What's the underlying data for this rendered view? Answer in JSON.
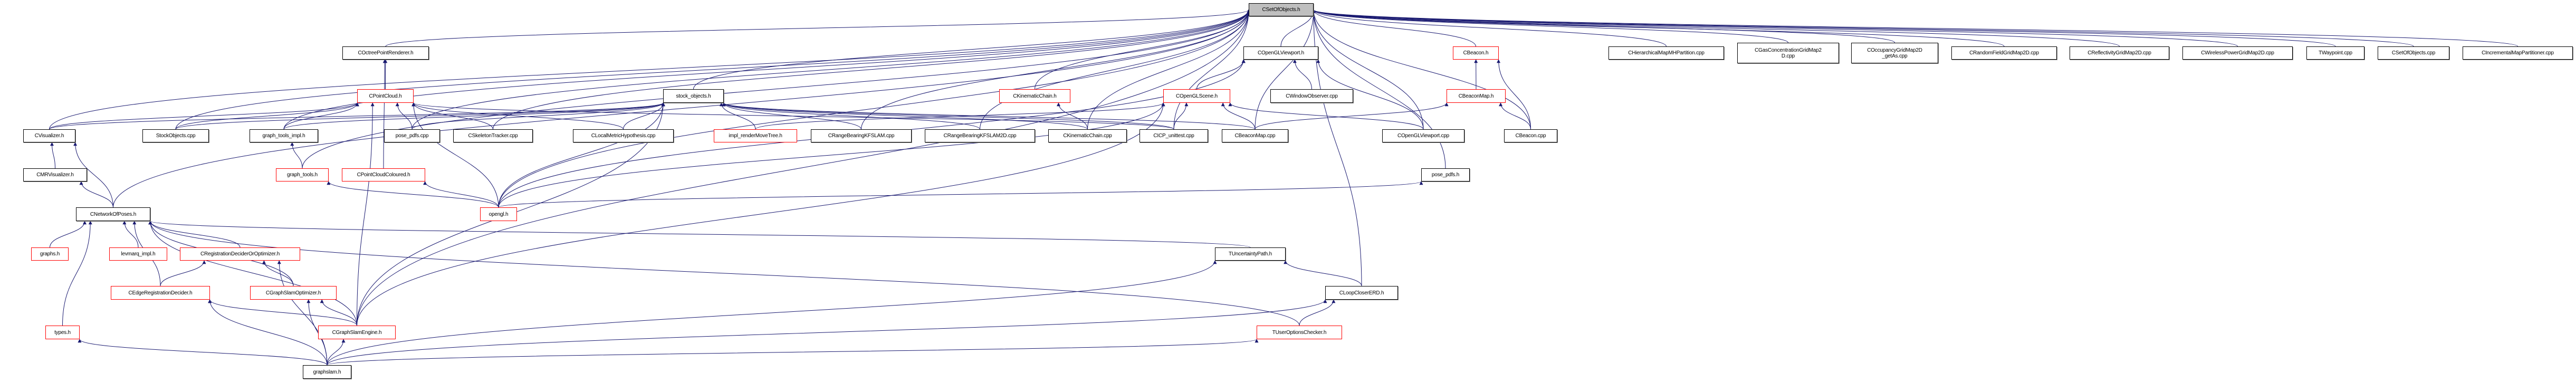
{
  "graph": {
    "edge_color": "#191970",
    "red_border": "#ff0000",
    "root_fill": "#bfbfbf",
    "nodes": [
      {
        "id": "root",
        "label": "CSetOfObjects.h",
        "style": "root"
      },
      {
        "id": "octree",
        "label": "COctreePointRenderer.h",
        "style": "normal"
      },
      {
        "id": "glviewport_h",
        "label": "COpenGLViewport.h",
        "style": "normal"
      },
      {
        "id": "beacon_h",
        "label": "CBeacon.h",
        "style": "red"
      },
      {
        "id": "hmmh",
        "label": "CHierarchicalMapMHPartition.cpp",
        "style": "normal"
      },
      {
        "id": "gas",
        "label": "CGasConcentrationGridMap2\nD.cpp",
        "style": "normal"
      },
      {
        "id": "occ",
        "label": "COccupancyGridMap2D\n_getAs.cpp",
        "style": "normal"
      },
      {
        "id": "rand",
        "label": "CRandomFieldGridMap2D.cpp",
        "style": "normal"
      },
      {
        "id": "refl",
        "label": "CReflectivityGridMap2D.cpp",
        "style": "normal"
      },
      {
        "id": "wifi",
        "label": "CWirelessPowerGridMap2D.cpp",
        "style": "normal"
      },
      {
        "id": "wayp",
        "label": "TWaypoint.cpp",
        "style": "normal"
      },
      {
        "id": "soo_cpp",
        "label": "CSetOfObjects.cpp",
        "style": "normal"
      },
      {
        "id": "incr",
        "label": "CIncrementalMapPartitioner.cpp",
        "style": "normal"
      },
      {
        "id": "pointcloud",
        "label": "CPointCloud.h",
        "style": "red"
      },
      {
        "id": "stock_h",
        "label": "stock_objects.h",
        "style": "normal"
      },
      {
        "id": "kin_h",
        "label": "CKinematicChain.h",
        "style": "red"
      },
      {
        "id": "scene",
        "label": "COpenGLScene.h",
        "style": "red"
      },
      {
        "id": "winobs",
        "label": "CWindowObserver.cpp",
        "style": "normal"
      },
      {
        "id": "beaconmap_h",
        "label": "CBeaconMap.h",
        "style": "red"
      },
      {
        "id": "cvis",
        "label": "CVisualizer.h",
        "style": "normal"
      },
      {
        "id": "stock_cpp",
        "label": "StockObjects.cpp",
        "style": "normal"
      },
      {
        "id": "gt_impl",
        "label": "graph_tools_impl.h",
        "style": "normal"
      },
      {
        "id": "posepdfs_cpp",
        "label": "pose_pdfs.cpp",
        "style": "normal"
      },
      {
        "id": "skel",
        "label": "CSkeletonTracker.cpp",
        "style": "normal"
      },
      {
        "id": "lmh",
        "label": "CLocalMetricHypothesis.cpp",
        "style": "normal"
      },
      {
        "id": "movetree",
        "label": "impl_renderMoveTree.h",
        "style": "red"
      },
      {
        "id": "rbkf",
        "label": "CRangeBearingKFSLAM.cpp",
        "style": "normal"
      },
      {
        "id": "rbkf2d",
        "label": "CRangeBearingKFSLAM2D.cpp",
        "style": "normal"
      },
      {
        "id": "kin_cpp",
        "label": "CKinematicChain.cpp",
        "style": "normal"
      },
      {
        "id": "icp",
        "label": "CICP_unittest.cpp",
        "style": "normal"
      },
      {
        "id": "beaconmap_cpp",
        "label": "CBeaconMap.cpp",
        "style": "normal"
      },
      {
        "id": "glviewport_cpp",
        "label": "COpenGLViewport.cpp",
        "style": "normal"
      },
      {
        "id": "beacon_cpp",
        "label": "CBeacon.cpp",
        "style": "normal"
      },
      {
        "id": "cmrvis",
        "label": "CMRVisualizer.h",
        "style": "normal"
      },
      {
        "id": "gt",
        "label": "graph_tools.h",
        "style": "red"
      },
      {
        "id": "pcc",
        "label": "CPointCloudColoured.h",
        "style": "red"
      },
      {
        "id": "posepdfs_h",
        "label": "pose_pdfs.h",
        "style": "normal"
      },
      {
        "id": "nop",
        "label": "CNetworkOfPoses.h",
        "style": "normal"
      },
      {
        "id": "opengl",
        "label": "opengl.h",
        "style": "red"
      },
      {
        "id": "graphs",
        "label": "graphs.h",
        "style": "red"
      },
      {
        "id": "levmarq",
        "label": "levmarq_impl.h",
        "style": "red"
      },
      {
        "id": "rdo",
        "label": "CRegistrationDeciderOrOptimizer.h",
        "style": "red"
      },
      {
        "id": "tup",
        "label": "TUncertaintyPath.h",
        "style": "normal"
      },
      {
        "id": "erd",
        "label": "CEdgeRegistrationDecider.h",
        "style": "red"
      },
      {
        "id": "gso",
        "label": "CGraphSlamOptimizer.h",
        "style": "red"
      },
      {
        "id": "lcerd",
        "label": "CLoopCloserERD.h",
        "style": "normal"
      },
      {
        "id": "types",
        "label": "types.h",
        "style": "red"
      },
      {
        "id": "gse",
        "label": "CGraphSlamEngine.h",
        "style": "red"
      },
      {
        "id": "tuoc",
        "label": "TUserOptionsChecker.h",
        "style": "red"
      },
      {
        "id": "graphslam",
        "label": "graphslam.h",
        "style": "normal"
      }
    ],
    "edges": [
      [
        "glviewport_h",
        "root"
      ],
      [
        "beacon_h",
        "root"
      ],
      [
        "hmmh",
        "root"
      ],
      [
        "gas",
        "root"
      ],
      [
        "occ",
        "root"
      ],
      [
        "rand",
        "root"
      ],
      [
        "refl",
        "root"
      ],
      [
        "wifi",
        "root"
      ],
      [
        "wayp",
        "root"
      ],
      [
        "soo_cpp",
        "root"
      ],
      [
        "incr",
        "root"
      ],
      [
        "octree",
        "root"
      ],
      [
        "cvis",
        "root"
      ],
      [
        "nop",
        "root"
      ],
      [
        "stock_cpp",
        "root"
      ],
      [
        "gt_impl",
        "root"
      ],
      [
        "gt",
        "root"
      ],
      [
        "opengl",
        "root"
      ],
      [
        "stock_h",
        "root"
      ],
      [
        "rbkf",
        "root"
      ],
      [
        "rbkf2d",
        "root"
      ],
      [
        "kin_h",
        "root"
      ],
      [
        "kin_cpp",
        "root"
      ],
      [
        "icp",
        "root"
      ],
      [
        "beaconmap_cpp",
        "root"
      ],
      [
        "glviewport_cpp",
        "root"
      ],
      [
        "beacon_cpp",
        "root"
      ],
      [
        "posepdfs_h",
        "root"
      ],
      [
        "lcerd",
        "root"
      ],
      [
        "gse",
        "root"
      ],
      [
        "posepdfs_cpp",
        "root"
      ],
      [
        "skel",
        "root"
      ],
      [
        "pointcloud",
        "octree"
      ],
      [
        "pcc",
        "octree"
      ],
      [
        "cvis",
        "pointcloud"
      ],
      [
        "stock_cpp",
        "pointcloud"
      ],
      [
        "gt_impl",
        "pointcloud"
      ],
      [
        "posepdfs_cpp",
        "pointcloud"
      ],
      [
        "opengl",
        "pointcloud"
      ],
      [
        "gse",
        "pointcloud"
      ],
      [
        "skel",
        "pointcloud"
      ],
      [
        "lmh",
        "pointcloud"
      ],
      [
        "icp",
        "pointcloud"
      ],
      [
        "cvis",
        "stock_h"
      ],
      [
        "stock_cpp",
        "stock_h"
      ],
      [
        "gt_impl",
        "stock_h"
      ],
      [
        "lmh",
        "stock_h"
      ],
      [
        "movetree",
        "stock_h"
      ],
      [
        "rbkf",
        "stock_h"
      ],
      [
        "rbkf2d",
        "stock_h"
      ],
      [
        "kin_cpp",
        "stock_h"
      ],
      [
        "icp",
        "stock_h"
      ],
      [
        "beaconmap_cpp",
        "stock_h"
      ],
      [
        "gse",
        "stock_h"
      ],
      [
        "opengl",
        "stock_h"
      ],
      [
        "posepdfs_cpp",
        "stock_h"
      ],
      [
        "kin_cpp",
        "kin_h"
      ],
      [
        "movetree",
        "scene"
      ],
      [
        "icp",
        "scene"
      ],
      [
        "beaconmap_cpp",
        "scene"
      ],
      [
        "opengl",
        "scene"
      ],
      [
        "gse",
        "scene"
      ],
      [
        "glviewport_cpp",
        "scene"
      ],
      [
        "scene",
        "glviewport_h"
      ],
      [
        "winobs",
        "glviewport_h"
      ],
      [
        "glviewport_cpp",
        "glviewport_h"
      ],
      [
        "opengl",
        "glviewport_h"
      ],
      [
        "beaconmap_h",
        "beacon_h"
      ],
      [
        "beacon_cpp",
        "beacon_h"
      ],
      [
        "beacon_cpp",
        "beaconmap_h"
      ],
      [
        "beaconmap_cpp",
        "beaconmap_h"
      ],
      [
        "cmrvis",
        "cvis"
      ],
      [
        "nop",
        "cvis"
      ],
      [
        "nop",
        "cmrvis"
      ],
      [
        "gt",
        "gt_impl"
      ],
      [
        "opengl",
        "gt"
      ],
      [
        "opengl",
        "pcc"
      ],
      [
        "opengl",
        "posepdfs_h"
      ],
      [
        "graphs",
        "nop"
      ],
      [
        "levmarq",
        "nop"
      ],
      [
        "rdo",
        "nop"
      ],
      [
        "erd",
        "nop"
      ],
      [
        "gso",
        "nop"
      ],
      [
        "gse",
        "nop"
      ],
      [
        "types",
        "nop"
      ],
      [
        "tup",
        "nop"
      ],
      [
        "tuoc",
        "nop"
      ],
      [
        "erd",
        "rdo"
      ],
      [
        "gso",
        "rdo"
      ],
      [
        "graphslam",
        "rdo"
      ],
      [
        "gse",
        "erd"
      ],
      [
        "graphslam",
        "erd"
      ],
      [
        "gse",
        "gso"
      ],
      [
        "graphslam",
        "gso"
      ],
      [
        "graphslam",
        "gse"
      ],
      [
        "graphslam",
        "types"
      ],
      [
        "lcerd",
        "tup"
      ],
      [
        "graphslam",
        "tup"
      ],
      [
        "tuoc",
        "lcerd"
      ],
      [
        "graphslam",
        "lcerd"
      ],
      [
        "graphslam",
        "tuoc"
      ]
    ]
  }
}
